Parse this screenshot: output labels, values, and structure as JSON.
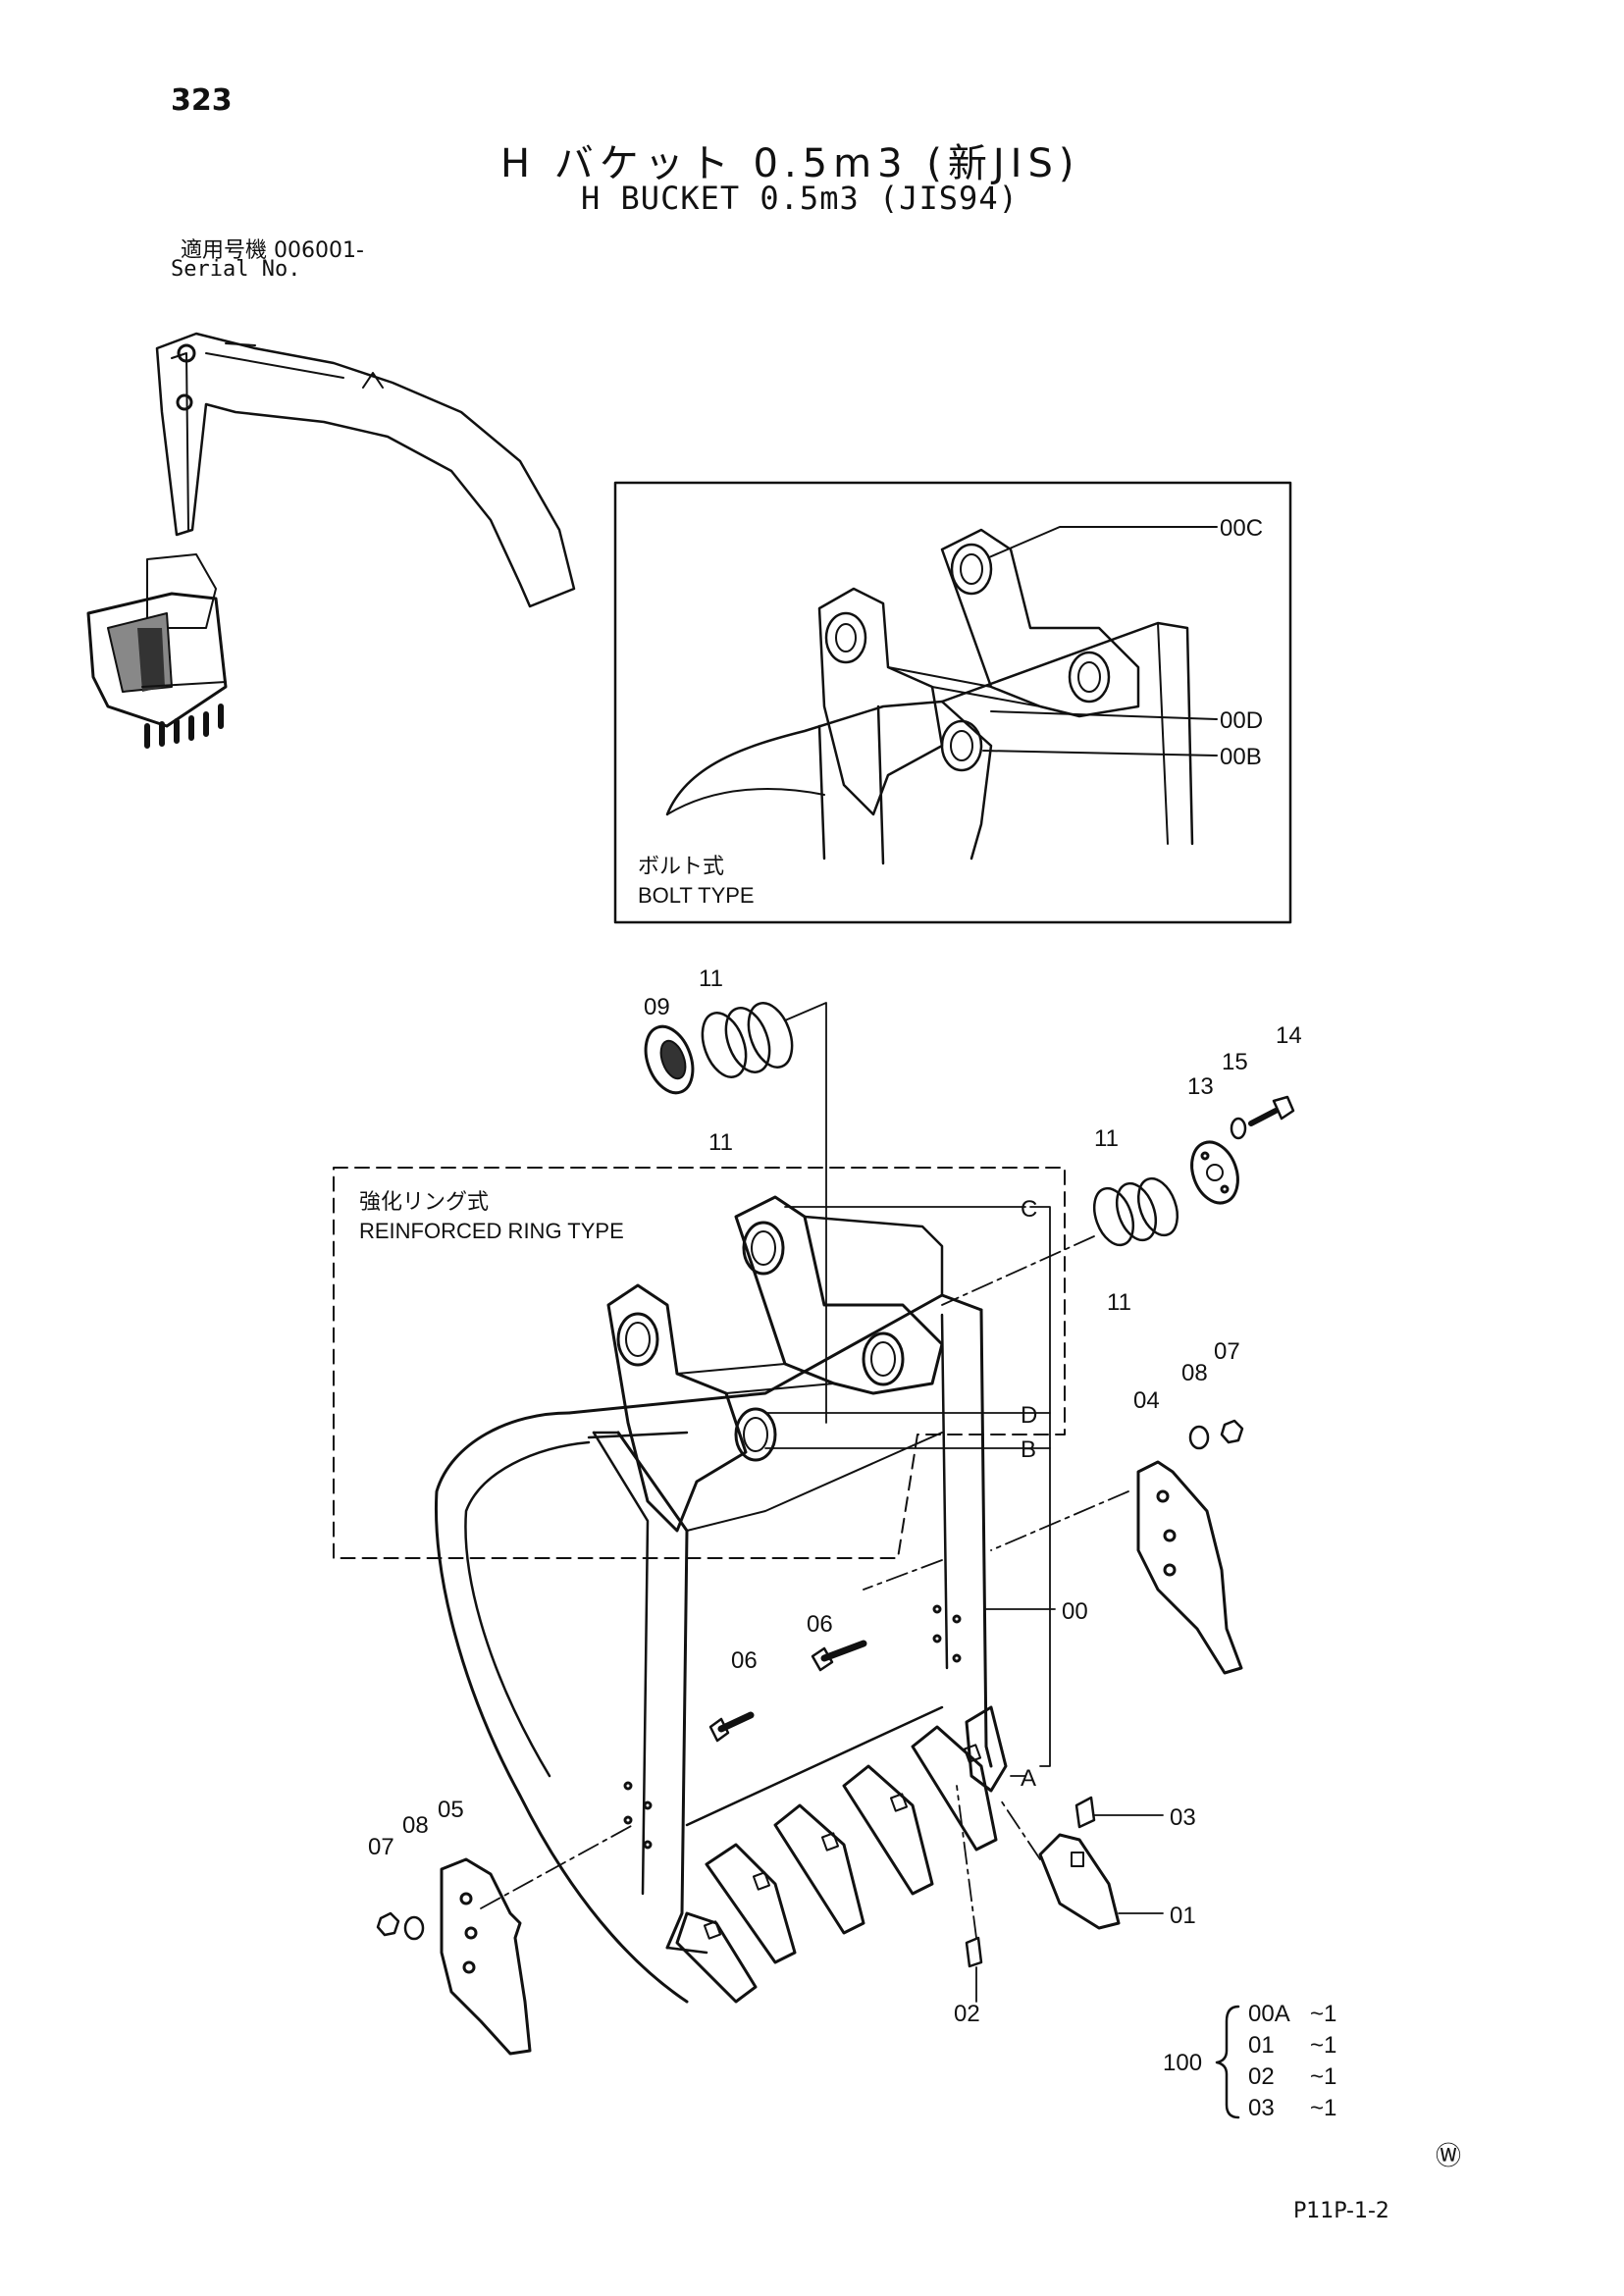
{
  "header": {
    "page_number": "323",
    "title_jp": "H バケット 0.5m3 (新JIS)",
    "title_en": "H BUCKET 0.5m3 (JIS94)",
    "serial_label_jp": "適用号機 006001-",
    "serial_label_en": "Serial No."
  },
  "bolt_type_inset": {
    "caption_jp": "ボルト式",
    "caption_en": "BOLT TYPE",
    "callouts": [
      "00C",
      "00D",
      "00B"
    ]
  },
  "ring_type_inset": {
    "caption_jp": "強化リング式",
    "caption_en": "REINFORCED RING TYPE"
  },
  "part_labels": {
    "p09": "09",
    "p11a": "11",
    "p11b": "11",
    "p11c": "11",
    "p11d": "11",
    "p13": "13",
    "p14": "14",
    "p15": "15",
    "p04": "04",
    "p07a": "07",
    "p08a": "08",
    "p06a": "06",
    "p06b": "06",
    "p00": "00",
    "p05": "05",
    "p07b": "07",
    "p08b": "08",
    "p03": "03",
    "p01": "01",
    "p02": "02",
    "pC": "C",
    "pD": "D",
    "pB": "B",
    "pA": "A"
  },
  "kit": {
    "number": "100",
    "items": [
      {
        "code": "00A",
        "qty": "~1"
      },
      {
        "code": "01",
        "qty": "~1"
      },
      {
        "code": "02",
        "qty": "~1"
      },
      {
        "code": "03",
        "qty": "~1"
      }
    ]
  },
  "footer": {
    "watermark": "Ⓦ",
    "figure_code": "P11P-1-2"
  }
}
